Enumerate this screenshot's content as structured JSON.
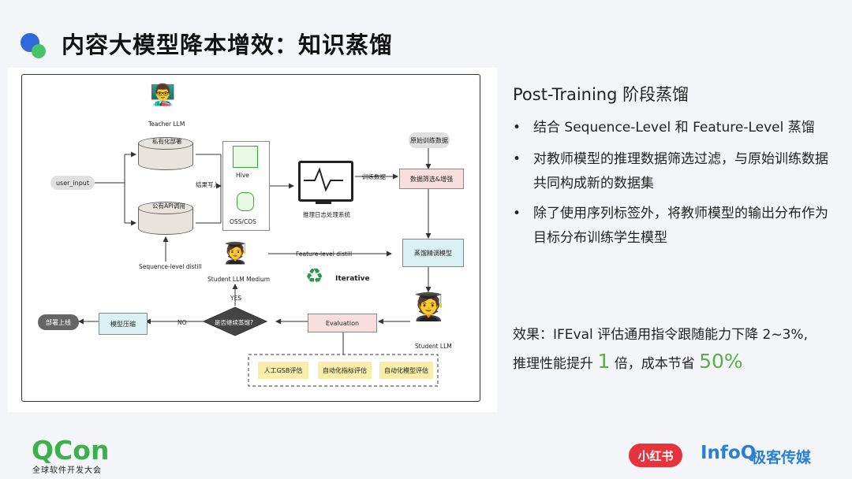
{
  "title": "内容大模型降本增效：知识蒸馏",
  "diagram": {
    "teacher_llm": "Teacher LLM",
    "private_deploy": "私有化部署",
    "public_api": "公有API调用",
    "user_input": "user_input",
    "hive": "Hive",
    "oss_cos": "OSS/COS",
    "result_write": "结果写入",
    "log_system": "推理日志处理系统",
    "train_data": "训练数据",
    "raw_train_data": "原始训练数据",
    "data_filter": "数据筛选&增强",
    "distill_finetune": "蒸馏精调模型",
    "feature_distill": "Feature-level distill",
    "sequence_distill": "Sequence-level distill",
    "student_medium": "Student LLM Medium",
    "iterative": "Iterative",
    "student_llm": "Student LLM",
    "evaluation": "Evaluation",
    "continue_distill": "是否继续蒸馏?",
    "yes": "YES",
    "no": "NO",
    "compress": "模型压缩",
    "deploy": "部署上线",
    "eval_gsb": "人工GSB评估",
    "eval_metric": "自动化指标评估",
    "eval_model": "自动化模型评估"
  },
  "right": {
    "heading": "Post-Training 阶段蒸馏",
    "bullets": [
      "结合 Sequence-Level 和 Feature-Level 蒸馏",
      "对教师模型的推理数据筛选过滤，与原始训练数据共同构成新的数据集",
      "除了使用序列标签外，将教师模型的输出分布作为目标分布训练学生模型"
    ],
    "effect_prefix": "效果：IFEval 评估通用指令跟随能力下降 2~3%,",
    "effect_line2_a": "推理性能提升",
    "effect_num1": "1",
    "effect_line2_b": "倍，成本节省",
    "effect_num2": "50%"
  },
  "footer": {
    "qcon": "QCon",
    "qcon_sub": "全球软件开发大会",
    "xhs": "小红书",
    "infoq": "InfoQ",
    "jike": "极客传媒"
  },
  "bullet_glyph": "•"
}
